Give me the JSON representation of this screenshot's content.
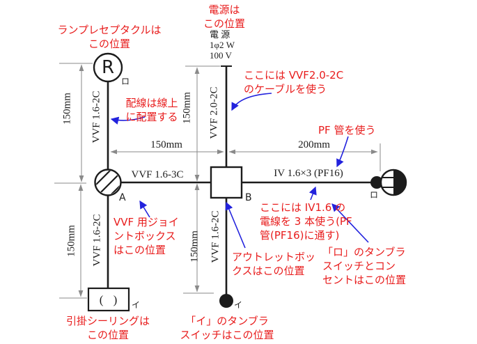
{
  "colors": {
    "annotation_red": "#e81c1c",
    "arrow_blue": "#2222dd",
    "wire_black": "#1c1c1c",
    "dimension_gray": "#8a8a8a"
  },
  "annotations": {
    "lamp": "ランプレセプタクルは\nこの位置",
    "power": "電源は\nこの位置",
    "vvf20": "ここには VVF2.0-2C\nのケーブルを使う",
    "pf": "PF 管を使う",
    "wiring": "配線は線上\nに配置する",
    "joint_box": "VVF 用ジョイ\nントボックス\nはこの位置",
    "outlet_box": "アウトレットボッ\nクスはこの位置",
    "iv": "ここには IV1.6 の\n電線を 3 本使う(PF\n管(PF16)に通す)",
    "switch_ro": "「ロ」のタンブラ\nスイッチとコン\nセントはこの位置",
    "ceiling": "引掛シーリングは\nこの位置",
    "switch_i": "「イ」のタンブラ\nスイッチはこの位置"
  },
  "labels": {
    "power_source": "電 源\n1φ2 W\n100 V",
    "receptacle_letter": "R",
    "rosette_glyph": "( )",
    "point_a": "A",
    "point_b": "B",
    "ro_receptacle": "ロ",
    "ro_outlet": "ロ",
    "i_rosette": "イ",
    "i_switch": "イ",
    "vvf16_upper_left": "VVF 1.6-2C",
    "vvf20_cable": "VVF 2.0-2C",
    "vvf16_lower_left": "VVF 1.6-2C",
    "vvf16_lower_mid": "VVF 1.6-2C",
    "vvf16_3c": "VVF 1.6-3C",
    "iv_line": "IV 1.6×3 (PF16)",
    "dim_150_horizontal": "150mm",
    "dim_200_horizontal": "200mm",
    "dim_150_upper_left": "150mm",
    "dim_150_lower_left": "150mm",
    "dim_150_upper_mid": "150mm",
    "dim_150_lower_mid": "150mm"
  }
}
